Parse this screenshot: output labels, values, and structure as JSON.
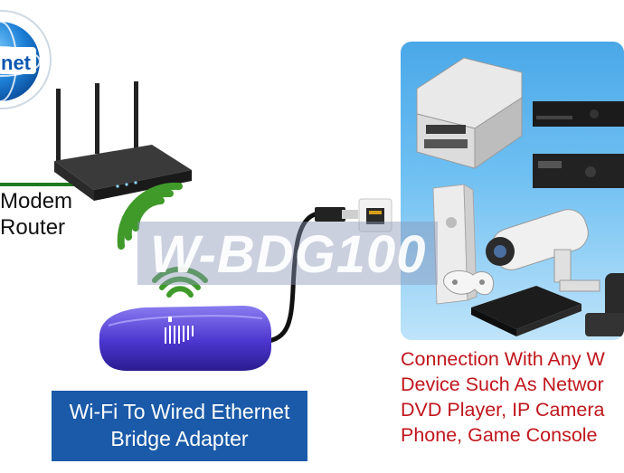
{
  "internet": {
    "label": "net"
  },
  "router": {
    "lines": [
      "Modem",
      "Router"
    ]
  },
  "bridge": {
    "lines": [
      "Wi-Fi To Wired Ethernet",
      "Bridge Adapter"
    ]
  },
  "watermark": {
    "text": "W-BDG100"
  },
  "connection": {
    "lines": [
      "Connection With Any W",
      "Device Such As Networ",
      "DVD Player, IP Camera",
      "Phone, Game Console"
    ]
  },
  "colors": {
    "bridge_box": "#1a5aa8",
    "connection_text": "#c0161d",
    "wifi_green": "#3f9a2a",
    "adapter_purple": "#5b43d6"
  },
  "icons": [
    "globe-icon",
    "router-icon",
    "wifi-signal-icon",
    "wifi-adapter-icon",
    "rj45-jack-icon",
    "printer-icon",
    "dvd-player-icon",
    "game-console-icon",
    "ip-camera-icon",
    "telephone-icon"
  ]
}
